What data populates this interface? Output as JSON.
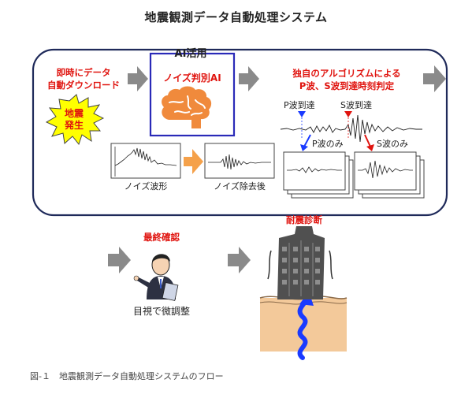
{
  "title": "地震観測データ自動処理システム",
  "ai_label": "AI活用",
  "download_text": [
    "即時にデータ",
    "自動ダウンロード"
  ],
  "earthquake_text": [
    "地震",
    "発生"
  ],
  "noise_ai_label": "ノイズ判別AI",
  "noise_waveform_label": "ノイズ波形",
  "noise_removed_label": "ノイズ除去後",
  "algorithm_text": [
    "独自のアルゴリズムによる",
    "P波、S波到達時刻判定"
  ],
  "p_arrival_label": "P波到達",
  "s_arrival_label": "S波到達",
  "p_only_label": "P波のみ",
  "s_only_label": "S波のみ",
  "final_check_label": "最終確認",
  "visual_adjust_label": "目視で微調整",
  "seismic_diagnosis_label": "耐震診断",
  "caption": "図-１　地震観測データ自動処理システムのフロー",
  "colors": {
    "accent_red": "#e0140f",
    "arrow_gray": "#8a8a8a",
    "ai_box_blue": "#2a2ab8",
    "brain_orange": "#f08a3c",
    "burst_yellow": "#ffff00",
    "ground_tan": "#f3c99a",
    "seismic_wave_blue": "#1a3aff"
  }
}
